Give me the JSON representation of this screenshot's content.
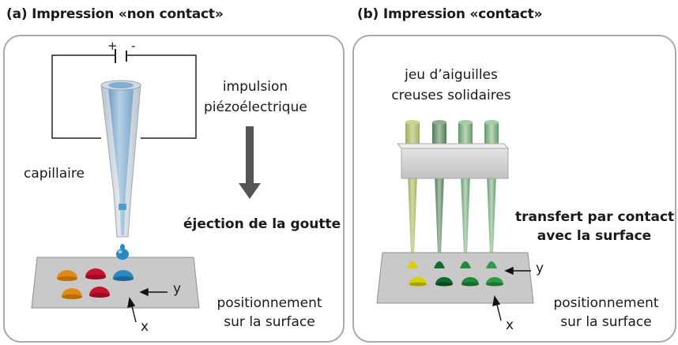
{
  "panel_a": {
    "title": "(a) Impression «non contact»",
    "plus": "+",
    "minus": "-",
    "pulse_line1": "impulsion",
    "pulse_line2": "piézoélectrique",
    "capillary": "capillaire",
    "ejection": "éjection de la goutte",
    "pos_line1": "positionnement",
    "pos_line2": "sur la surface",
    "axis_y": "y",
    "axis_x": "x"
  },
  "panel_b": {
    "title": "(b) Impression «contact»",
    "needles_line1": "jeu d’aiguilles",
    "needles_line2": "creuses solidaires",
    "transfer_line1": "transfert par contact",
    "transfer_line2": "avec la surface",
    "pos_line1": "positionnement",
    "pos_line2": "sur la surface",
    "axis_y": "y",
    "axis_x": "x"
  },
  "colors": {
    "panel_border": "#a9a9a9",
    "plate": "#c8c8c8",
    "capillary": "#8fb3d1",
    "drop_blue": "#2a88c4",
    "drop_red": "#c8102e",
    "drop_orange": "#e38a12",
    "drop_yellow": "#d8d000",
    "drop_green": "#1e8a3a",
    "drop_darkgreen": "#0e6b2a",
    "arrow": "#555555"
  }
}
